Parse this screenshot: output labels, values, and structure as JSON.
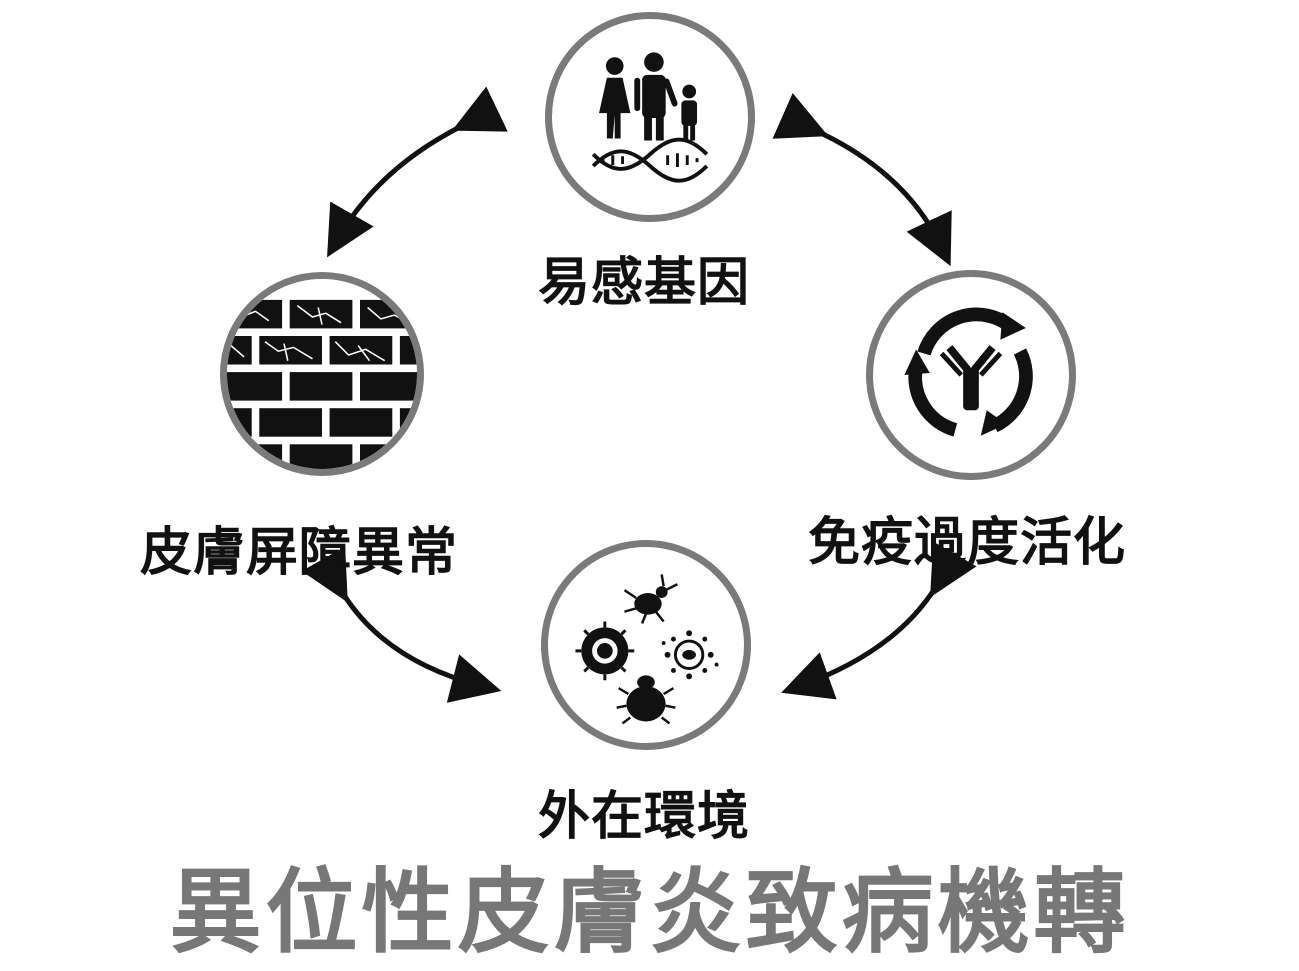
{
  "title": "異位性皮膚炎致病機轉",
  "nodes": [
    {
      "id": "genes",
      "label": "易感基因",
      "icon": "family-dna-icon"
    },
    {
      "id": "immune",
      "label": "免疫過度活化",
      "icon": "antibody-cycle-icon"
    },
    {
      "id": "environment",
      "label": "外在環境",
      "icon": "microbes-allergens-icon"
    },
    {
      "id": "barrier",
      "label": "皮膚屏障異常",
      "icon": "cracked-brick-wall-icon"
    }
  ],
  "colors": {
    "ring": "#7a7a7a",
    "title": "#777777",
    "arrow": "#111111",
    "text": "#111111"
  }
}
